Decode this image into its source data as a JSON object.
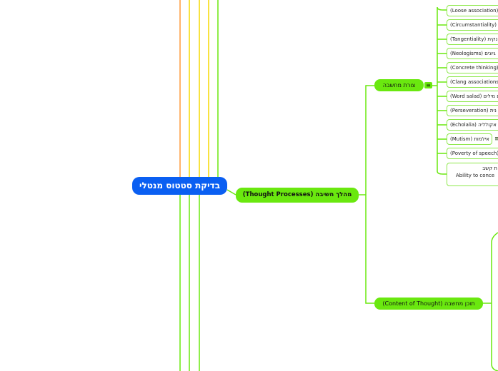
{
  "colors": {
    "root_fill": "#0a5ff2",
    "branch_green": "#6ae80f",
    "line_orange": "#ff9a3c",
    "line_yellow": "#f5d800",
    "line_green": "#6ae80f"
  },
  "root": {
    "label": "בדיקת סטטוס מנטלי"
  },
  "main_topic": {
    "label": "מהלך חשיבה (Thought Processes)"
  },
  "subtopics": {
    "form": {
      "label": "צורת מחשבה",
      "icon": "menu-icon"
    },
    "content": {
      "label": "תוכן מחשבה (Content of Thought)"
    }
  },
  "leaves": [
    {
      "text": "(Loose association)"
    },
    {
      "text": "(Circumstantiality)"
    },
    {
      "text": "(Tangentiality) נקית"
    },
    {
      "text": "(Neologisms) גיונים"
    },
    {
      "text": "(Concrete thinking)"
    },
    {
      "text": "(Clang associations"
    },
    {
      "text": "(Word salad) ם מילים"
    },
    {
      "text": "(Perseveration) נית"
    },
    {
      "text": "(Echolalia) אקולליה"
    },
    {
      "text": "(Mutism) אילמות",
      "icon": "menu-icon"
    },
    {
      "text": "(Poverty of speech)"
    }
  ],
  "leaf_big": {
    "line1": "ת קשב",
    "line2": "Ability to conce"
  }
}
